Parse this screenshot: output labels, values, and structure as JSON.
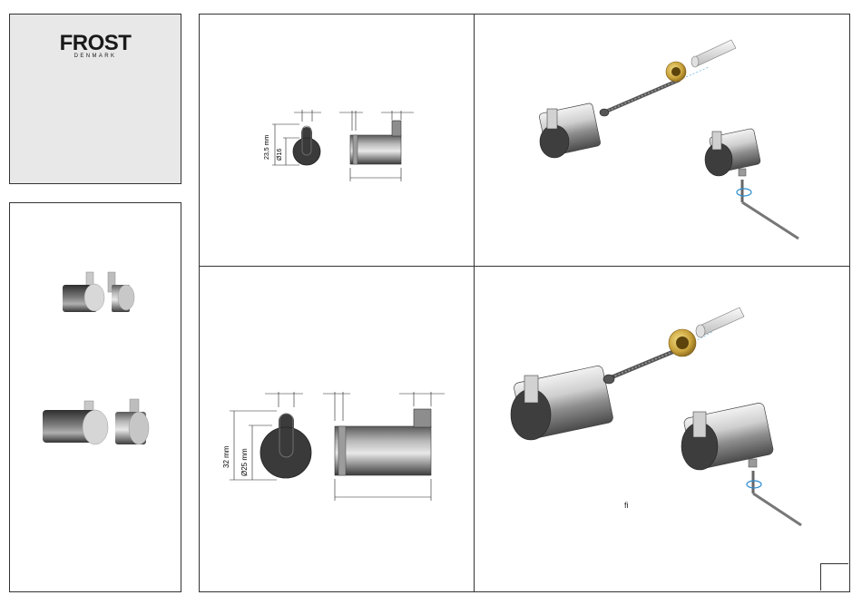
{
  "brand": {
    "name": "FROST",
    "sub": "DENMARK"
  },
  "drawings": {
    "small": {
      "height_label": "23,5 mm",
      "diameter_label": "Ø16"
    },
    "large": {
      "height_label": "32 mm",
      "diameter_label": "Ø25 mm"
    }
  },
  "mounting_note": "fi",
  "colors": {
    "chrome_dark": "#3a3a3a",
    "chrome_light": "#e6e6e6",
    "brass": "#c9a23a",
    "allen_ring": "#2a8ccf"
  }
}
